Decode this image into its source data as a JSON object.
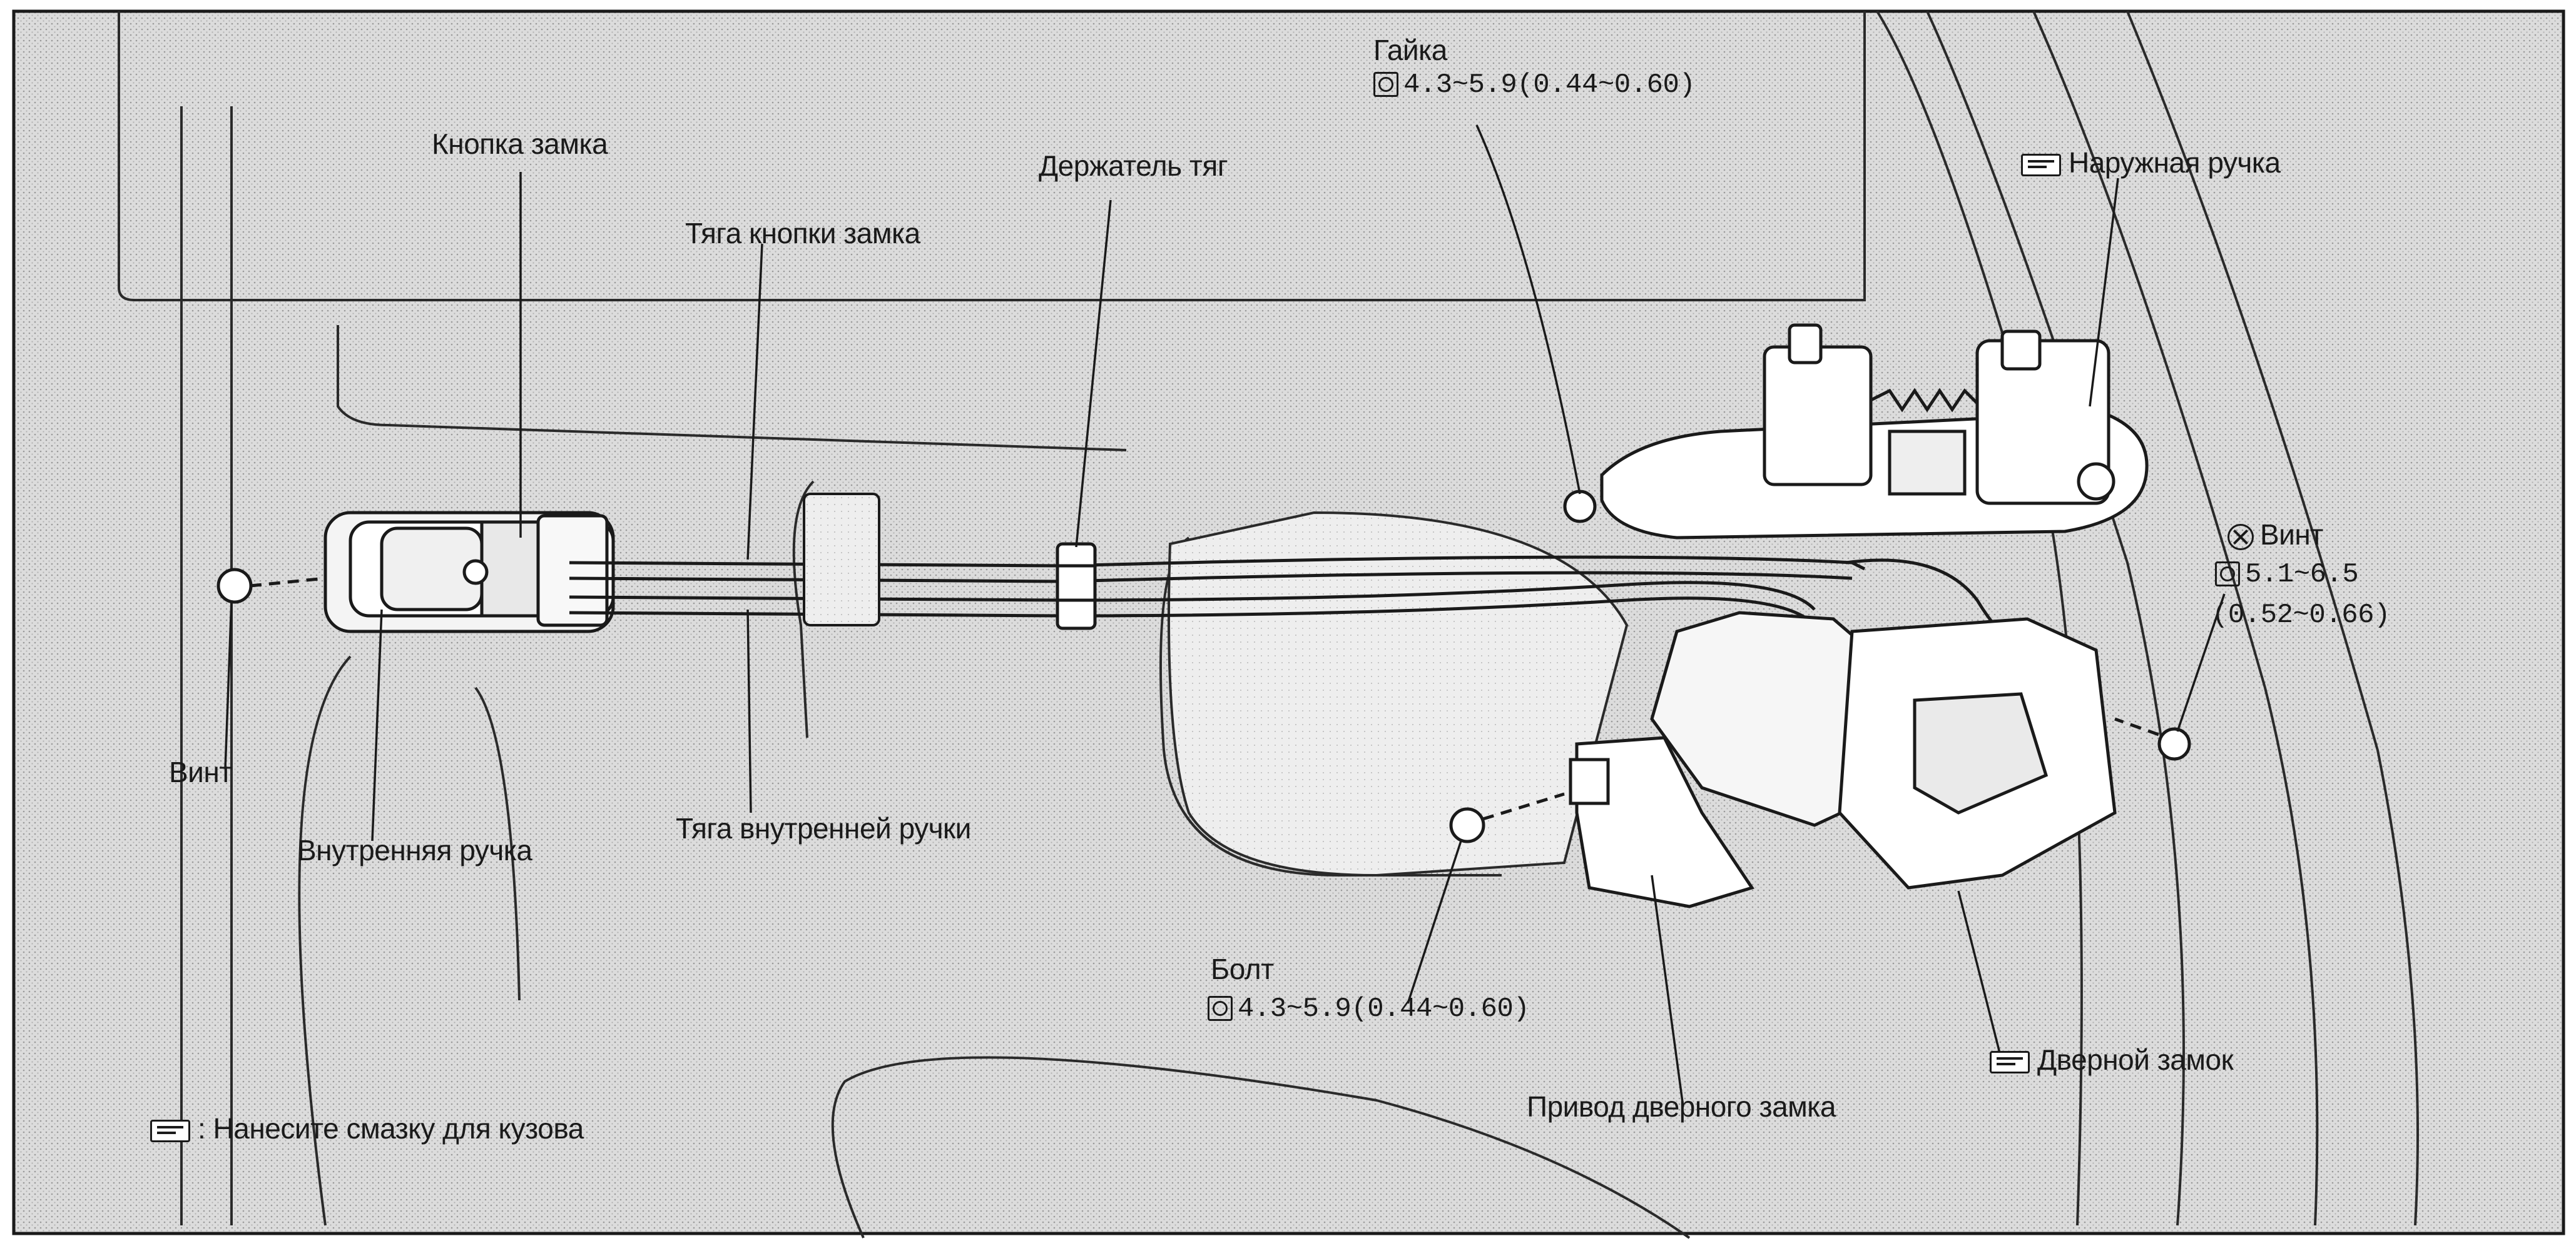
{
  "labels": {
    "lock_button": "Кнопка замка",
    "rod_holder": "Держатель тяг",
    "lock_button_rod": "Тяга кнопки замка",
    "nut": "Гайка",
    "nut_torque": "4.3~5.9(0.44~0.60)",
    "outer_handle": "Наружная ручка",
    "screw_right": "Винт",
    "screw_right_torque_1": "5.1~6.5",
    "screw_right_torque_2": "(0.52~0.66)",
    "screw_left": "Винт",
    "inner_handle": "Внутренняя ручка",
    "inner_handle_rod": "Тяга внутренней ручки",
    "bolt": "Болт",
    "bolt_torque": "4.3~5.9(0.44~0.60)",
    "door_lock": "Дверной замок",
    "lock_actuator": "Привод дверного замка",
    "legend_grease": ": Нанесите смазку для кузова"
  },
  "icons": {
    "grease": "grease-symbol-icon",
    "torque": "torque-wrench-icon",
    "screw": "replace-screw-icon"
  },
  "colors": {
    "paper": "#ffffff",
    "ink": "#1a1a1a",
    "shading": "#d9d9d9"
  }
}
